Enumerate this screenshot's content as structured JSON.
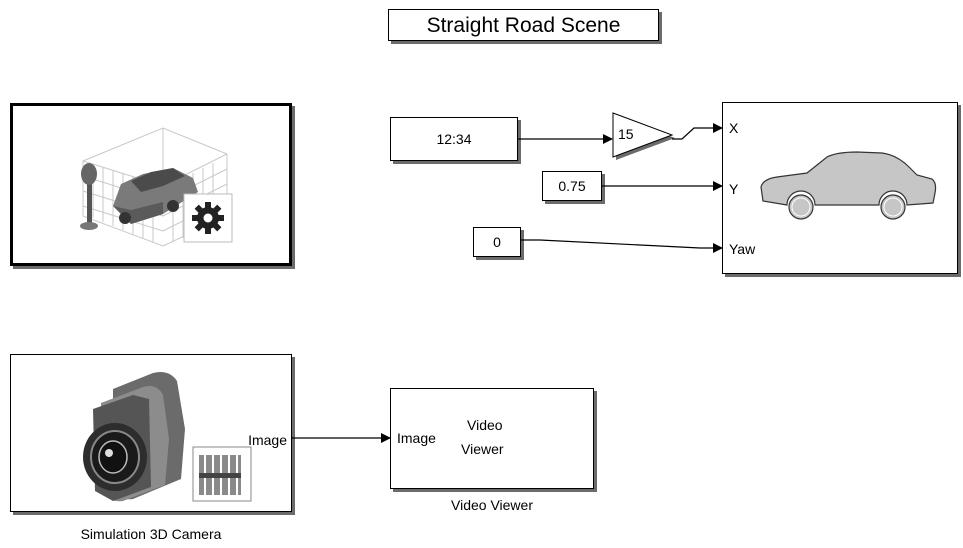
{
  "title": "Straight Road Scene",
  "blocks": {
    "const_x": {
      "value": "12:34"
    },
    "gain": {
      "value": "15"
    },
    "const_y": {
      "value": "0.75"
    },
    "const_yaw": {
      "value": "0"
    },
    "vehicle": {
      "ports": [
        "X",
        "Y",
        "Yaw"
      ]
    },
    "camera": {
      "output_port": "Image",
      "caption": "Simulation 3D Camera"
    },
    "video_viewer": {
      "input_port": "Image",
      "label_line1": "Video",
      "label_line2": "Viewer",
      "caption": "Video Viewer"
    }
  }
}
